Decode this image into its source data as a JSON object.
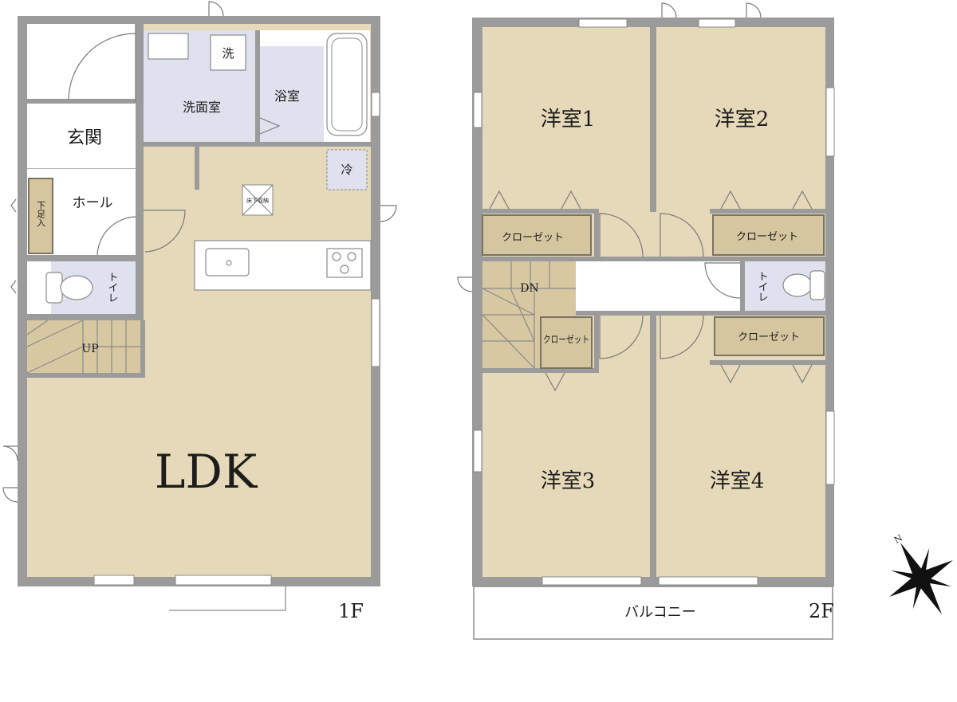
{
  "floors": [
    {
      "label": "1F",
      "rooms": {
        "ldk": "LDK",
        "genkan": "玄関",
        "hall": "ホール",
        "toilet": "トイレ",
        "senmen": "洗面室",
        "yokushitsu": "浴室",
        "sen": "洗",
        "rei": "冷",
        "shoes": "下足入",
        "stairs": "UP",
        "storage": "床下収納"
      }
    },
    {
      "label": "2F",
      "rooms": {
        "room1": "洋室1",
        "room2": "洋室2",
        "room3": "洋室3",
        "room4": "洋室4",
        "closet_a": "クローゼット",
        "closet_b": "クローゼット",
        "closet_c": "クローゼット",
        "closet_d": "クローゼット",
        "toilet": "トイレ",
        "stairs": "DN",
        "balcony": "バルコニー"
      }
    }
  ],
  "compass": {
    "north": "N"
  },
  "colors": {
    "wall": "#9b9b9b",
    "floor_wood": "#e6d9ba",
    "floor_wet": "#dfe2ee",
    "closet": "#d6c6a0"
  }
}
